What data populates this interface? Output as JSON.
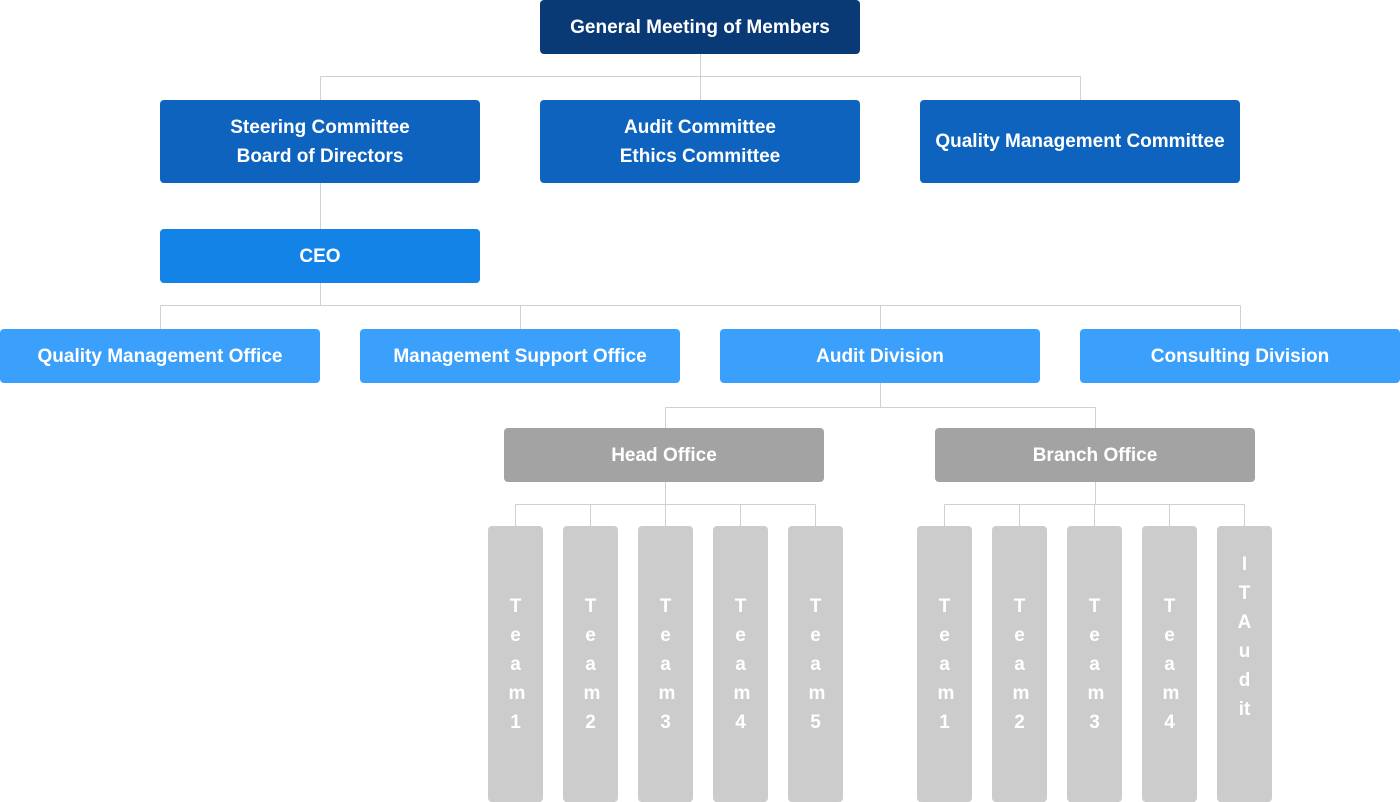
{
  "colors": {
    "top": "#0a3a76",
    "committee": "#0d63be",
    "ceo": "#1383e8",
    "office": "#3ba0fb",
    "branch": "#a3a3a3",
    "team": "#cccccc",
    "connector": "#d0d0d0"
  },
  "top": {
    "label": "General Meeting of Members"
  },
  "committees": {
    "steering": {
      "line1": "Steering Committee",
      "line2": "Board of Directors"
    },
    "audit": {
      "line1": "Audit Committee",
      "line2": "Ethics Committee"
    },
    "quality": {
      "label": "Quality Management Committee"
    }
  },
  "ceo": {
    "label": "CEO"
  },
  "offices": [
    {
      "label": "Quality Management Office"
    },
    {
      "label": "Management Support Office"
    },
    {
      "label": "Audit Division"
    },
    {
      "label": "Consulting Division"
    }
  ],
  "branches": [
    {
      "label": "Head Office"
    },
    {
      "label": "Branch Office"
    }
  ],
  "head_teams": [
    {
      "label": "Team1"
    },
    {
      "label": "Team2"
    },
    {
      "label": "Team3"
    },
    {
      "label": "Team4"
    },
    {
      "label": "Team5"
    }
  ],
  "branch_teams": [
    {
      "label": "Team1"
    },
    {
      "label": "Team2"
    },
    {
      "label": "Team3"
    },
    {
      "label": "Team4"
    },
    {
      "label": "IT Audit"
    }
  ]
}
